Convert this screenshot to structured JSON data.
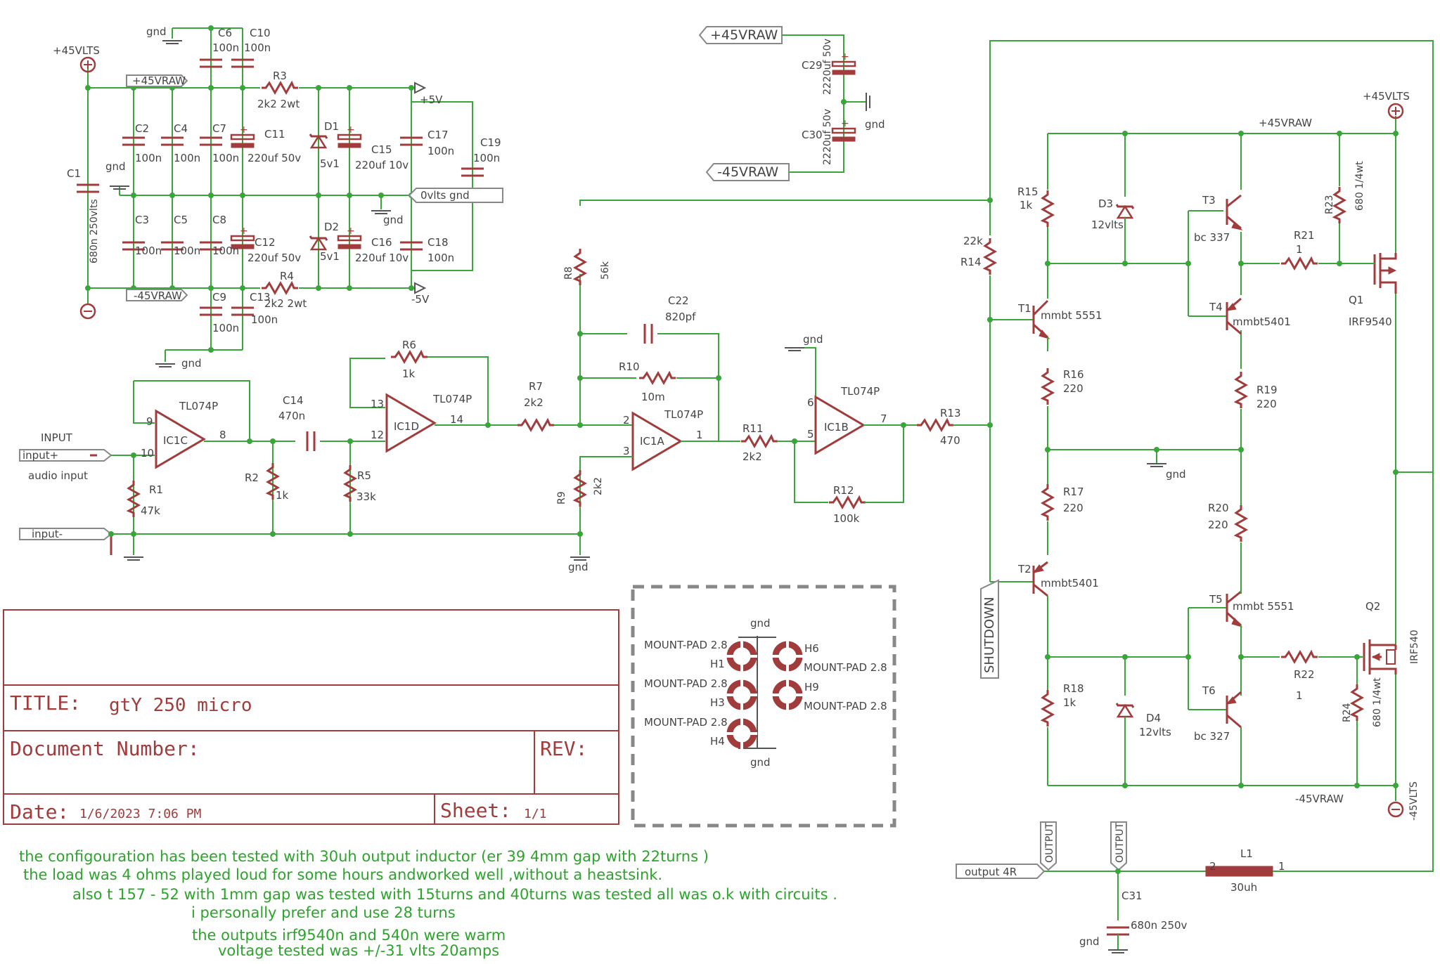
{
  "supply": {
    "pos_rail": "+45VLTS",
    "neg_rail": "-",
    "gnd": "gnd",
    "vplus": "+5V",
    "vminus": "-5V",
    "raw_pos": "+45VRAW",
    "raw_neg": "-45VRAW",
    "zero_gnd": "0vlts gnd",
    "c1": {
      "name": "C1",
      "value": "680n  250vlts"
    },
    "c2": {
      "name": "C2",
      "value": "100n"
    },
    "c3": {
      "name": "C3",
      "value": "100n"
    },
    "c4": {
      "name": "C4",
      "value": "100n"
    },
    "c5": {
      "name": "C5",
      "value": "100n"
    },
    "c6": {
      "name": "C6",
      "value": "100n"
    },
    "c7": {
      "name": "C7",
      "value": "100n"
    },
    "c8": {
      "name": "C8",
      "value": "100n"
    },
    "c9": {
      "name": "C9",
      "value": "100n"
    },
    "c10": {
      "name": "C10",
      "value": "100n"
    },
    "c11": {
      "name": "C11",
      "value": "220uf 50v"
    },
    "c12": {
      "name": "C12",
      "value": "220uf 50v"
    },
    "c13": {
      "name": "C13",
      "value": "100n"
    },
    "c15": {
      "name": "C15",
      "value": "220uf 10v"
    },
    "c16": {
      "name": "C16",
      "value": "220uf 10v"
    },
    "c17": {
      "name": "C17",
      "value": "100n"
    },
    "c18": {
      "name": "C18",
      "value": "100n"
    },
    "c19": {
      "name": "C19",
      "value": "100n"
    },
    "r3": {
      "name": "R3",
      "value": "2k2 2wt"
    },
    "r4": {
      "name": "R4",
      "value": "2k2 2wt"
    },
    "d1": {
      "name": "D1",
      "value": "5v1"
    },
    "d2": {
      "name": "D2",
      "value": "5v1"
    }
  },
  "bulk": {
    "raw_pos": "+45VRAW",
    "raw_neg": "-45VRAW",
    "c29": {
      "name": "C29",
      "value": "2220uf 50v"
    },
    "c30": {
      "name": "C30",
      "value": "2220uf 50v"
    },
    "gnd": "gnd"
  },
  "input": {
    "title": "INPUT",
    "plus": "input+",
    "minus": "input-",
    "desc": "audio input",
    "r1": {
      "name": "R1",
      "value": "47k"
    },
    "r2": {
      "name": "R2",
      "value": "1k"
    },
    "r5": {
      "name": "R5",
      "value": "33k"
    },
    "r6": {
      "name": "R6",
      "value": "1k"
    },
    "r7": {
      "name": "R7",
      "value": "2k2"
    },
    "r8": {
      "name": "R8",
      "value": "56k"
    },
    "r9": {
      "name": "R9",
      "value": "2k2"
    },
    "r10": {
      "name": "R10",
      "value": "10m"
    },
    "r11": {
      "name": "R11",
      "value": "2k2"
    },
    "r12": {
      "name": "R12",
      "value": "100k"
    },
    "r13": {
      "name": "R13",
      "value": "470"
    },
    "c14": {
      "name": "C14",
      "value": "470n"
    },
    "c22": {
      "name": "C22",
      "value": "820pf"
    },
    "ic1c": "IC1C",
    "ic1d": "IC1D",
    "ic1a": "IC1A",
    "ic1b": "IC1B",
    "opamp": "TL074P",
    "pins": {
      "p9": "9",
      "p10": "10",
      "p8": "8",
      "p13": "13",
      "p12": "12",
      "p14": "14",
      "p2": "2",
      "p3": "3",
      "p1": "1",
      "p6": "6",
      "p5": "5",
      "p7": "7"
    },
    "gnd": "gnd"
  },
  "output": {
    "pos_rail": "+45VLTS",
    "neg_rail": "-45VLTS",
    "raw_pos": "+45VRAW",
    "raw_neg": "-45VRAW",
    "shutdown": "SHUTDOWN",
    "r14": {
      "name": "R14",
      "value": "22k"
    },
    "r15": {
      "name": "R15",
      "value": "1k"
    },
    "r16": {
      "name": "R16",
      "value": "220"
    },
    "r17": {
      "name": "R17",
      "value": "220"
    },
    "r18": {
      "name": "R18",
      "value": "1k"
    },
    "r19": {
      "name": "R19",
      "value": "220"
    },
    "r20": {
      "name": "R20",
      "value": "220"
    },
    "r21": {
      "name": "R21",
      "value": "1"
    },
    "r22": {
      "name": "R22",
      "value": "1"
    },
    "r23": {
      "name": "R23",
      "value": "680 1/4wt"
    },
    "r24": {
      "name": "R24",
      "value": "680 1/4wt"
    },
    "d3": {
      "name": "D3",
      "value": "12vlts"
    },
    "d4": {
      "name": "D4",
      "value": "12vlts"
    },
    "t1": {
      "name": "T1",
      "value": "mmbt 5551"
    },
    "t2": {
      "name": "T2",
      "value": "mmbt5401"
    },
    "t3": {
      "name": "T3",
      "value": "bc 337"
    },
    "t4": {
      "name": "T4",
      "value": "mmbt5401"
    },
    "t5": {
      "name": "T5",
      "value": "mmbt 5551"
    },
    "t6": {
      "name": "T6",
      "value": "bc 327"
    },
    "q1": {
      "name": "Q1",
      "value": "IRF9540"
    },
    "q2": {
      "name": "Q2",
      "value": "IRF540"
    },
    "gnd": "gnd",
    "out_label": "OUTPUT",
    "load": "output 4R",
    "l1": {
      "name": "L1",
      "value": "30uh",
      "pin2": "2",
      "pin1": "1"
    },
    "c31": {
      "name": "C31",
      "value": "680n  250v"
    }
  },
  "mount": {
    "gnd": "gnd",
    "pad": "MOUNT-PAD 2.8",
    "h1": "H1",
    "h3": "H3",
    "h4": "H4",
    "h6": "H6",
    "h9": "H9"
  },
  "titleblock": {
    "title_label": "TITLE:",
    "title": "gtY 250 micro",
    "doc_label": "Document Number:",
    "rev_label": "REV:",
    "date_label": "Date:",
    "date": "1/6/2023 7:06 PM",
    "sheet_label": "Sheet:",
    "sheet": "1/1"
  },
  "notes": [
    "the configouration has been tested with 30uh output inductor (er 39 4mm gap with 22turns )",
    "the load was 4 ohms  played loud for some hours andworked well ,without a heastsink.",
    "also t 157 - 52 with 1mm gap was tested  with 15turns and 40turns was tested all was o.k with circuits .",
    "i personally prefer and use 28 turns",
    "the outputs irf9540n and 540n  were warm",
    "voltage tested was +/-31 vlts 20amps"
  ]
}
